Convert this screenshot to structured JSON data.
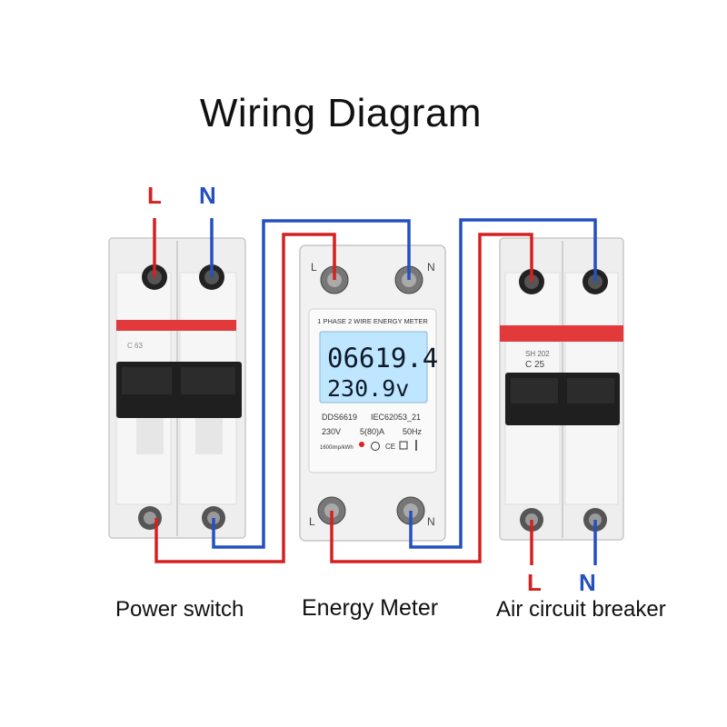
{
  "title": "Wiring Diagram",
  "colors": {
    "live": "#d62020",
    "neutral": "#2450c0",
    "lcd": "#bfe6ff",
    "stripe": "#e23a3a",
    "body": "#f3f3f3"
  },
  "top_labels": {
    "live": "L",
    "neutral": "N"
  },
  "bottom_labels": {
    "live": "L",
    "neutral": "N"
  },
  "captions": {
    "power_switch": "Power switch",
    "energy_meter": "Energy Meter",
    "breaker": "Air circuit breaker"
  },
  "meter": {
    "terminal_top_left": "L",
    "terminal_top_right": "N",
    "terminal_bottom_left": "L",
    "terminal_bottom_right": "N",
    "header": "1 PHASE 2 WIRE ENERGY METER",
    "reading": "06619.4",
    "voltage_reading": "230.9v",
    "model": "DDS6619",
    "standard": "IEC62053_21",
    "voltage": "230V",
    "current": "5(80)A",
    "frequency": "50Hz",
    "imp": "1600imp/kWh"
  },
  "breaker": {
    "model": "SH 202",
    "rating": "C 25"
  },
  "power_switch": {
    "rating": "C 63"
  }
}
